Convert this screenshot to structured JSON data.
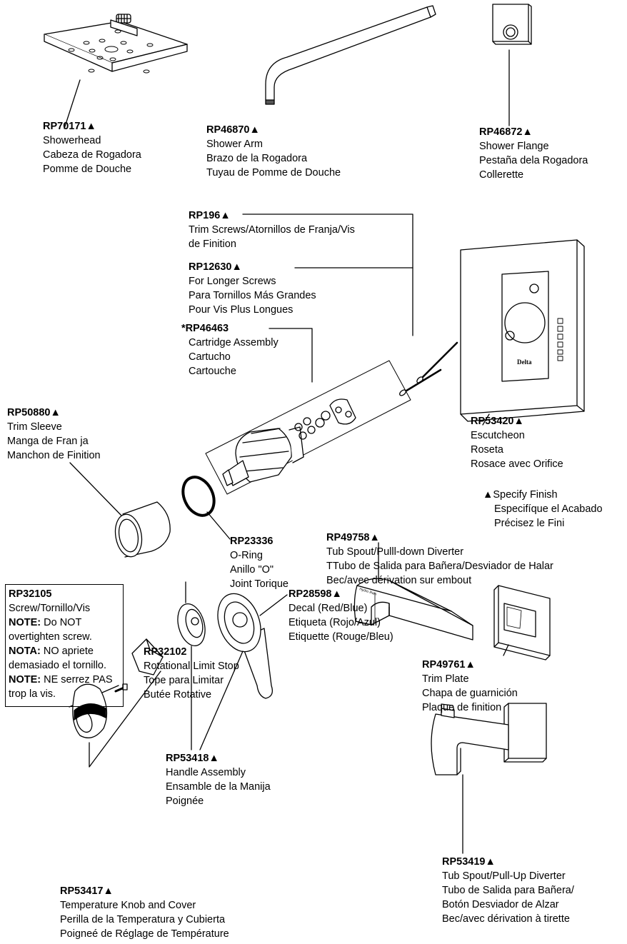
{
  "parts": {
    "showerhead": {
      "part": "RP70171",
      "mark": "▲",
      "lines": [
        "Showerhead",
        "Cabeza de Rogadora",
        "Pomme de Douche"
      ]
    },
    "shower_arm": {
      "part": "RP46870",
      "mark": "▲",
      "lines": [
        "Shower Arm",
        "Brazo de la Rogadora",
        "Tuyau de Pomme de Douche"
      ]
    },
    "shower_flange": {
      "part": "RP46872",
      "mark": "▲",
      "lines": [
        "Shower Flange",
        "Pestaña dela Rogadora",
        "Collerette"
      ]
    },
    "trim_screws": {
      "part": "RP196",
      "mark": "▲",
      "lines": [
        "Trim Screws/Atornillos de Franja/Vis",
        "de Finition"
      ]
    },
    "longer_screws": {
      "part": "RP12630",
      "mark": "▲",
      "lines": [
        "For Longer Screws",
        "Para Tornillos Más Grandes",
        "Pour Vis Plus Longues"
      ]
    },
    "cartridge": {
      "prefix": "*",
      "part": "RP46463",
      "mark": "",
      "lines": [
        "Cartridge Assembly",
        "Cartucho",
        "Cartouche"
      ]
    },
    "trim_sleeve": {
      "part": "RP50880",
      "mark": "▲",
      "lines": [
        "Trim Sleeve",
        "Manga de Fran ja",
        "Manchon de Finition"
      ]
    },
    "escutcheon": {
      "part": "RP53420",
      "mark": "▲",
      "lines": [
        "Escutcheon",
        "Roseta",
        "Rosace avec Orifice"
      ]
    },
    "o_ring": {
      "part": "RP23336",
      "mark": "",
      "lines": [
        "O-Ring",
        "Anillo \"O\"",
        "Joint Torique"
      ]
    },
    "tub_spout_pulldown": {
      "part": "RP49758",
      "mark": "▲",
      "lines": [
        "Tub Spout/Pulll-down Diverter",
        "TTubo de Salida para Bañera/Desviador de Halar",
        "Bec/avec dérivation sur embout"
      ]
    },
    "trim_plate": {
      "part": "RP49761",
      "mark": "▲",
      "lines": [
        "Trim Plate",
        "Chapa de guarnición",
        "Plaque de finition"
      ]
    },
    "limit_stop": {
      "part": "RP32102",
      "mark": "",
      "lines": [
        "Rotational Limit Stop",
        "Tope para Limitar",
        "Butée Rotative"
      ]
    },
    "decal": {
      "part": "RP28598",
      "mark": "▲",
      "lines": [
        "Decal (Red/Blue)",
        "Etiqueta (Rojo/Azul)",
        "Etiquette (Rouge/Bleu)"
      ]
    },
    "handle": {
      "part": "RP53418",
      "mark": "▲",
      "lines": [
        "Handle Assembly",
        "Ensamble de la Manija",
        "Poignée"
      ]
    },
    "tub_spout_pullup": {
      "part": "RP53419",
      "mark": "▲",
      "lines": [
        "Tub Spout/Pull-Up Diverter",
        "Tubo de Salida para Bañera/",
        "Botón Desviador de Alzar",
        "Bec/avec dérivation à tirette"
      ]
    },
    "temp_knob": {
      "part": "RP53417",
      "mark": "▲",
      "lines": [
        "Temperature Knob and Cover",
        "Perilla de la Temperatura y Cubierta",
        "Poigneé de Réglage de Température"
      ]
    }
  },
  "finish_note": {
    "mark": "▲",
    "lines": [
      "Specify Finish",
      "Especifíque el Acabado",
      "Précisez le Fini"
    ]
  },
  "screw_note": {
    "part": "RP32105",
    "line1": "Screw/Tornillo/Vis",
    "note_en_label": "NOTE:",
    "note_en": " Do NOT overtighten screw.",
    "note_es_label": "NOTA:",
    "note_es": " NO apriete demasiado el tornillo.",
    "note_fr_label": "NOTE:",
    "note_fr": " NE serrez PAS trop la vis."
  },
  "logo_text": "Delta",
  "spout_logo_text": "Hydro Rain"
}
